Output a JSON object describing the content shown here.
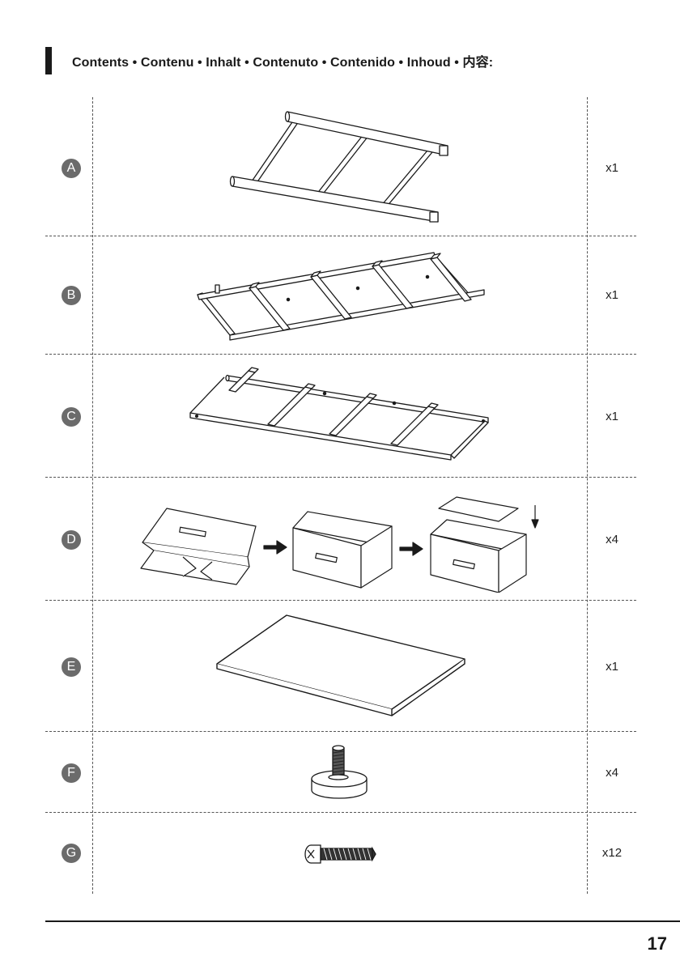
{
  "header": {
    "title": "Contents • Contenu • Inhalt • Contenuto • Contenido • Inhoud • 内容:"
  },
  "parts": [
    {
      "letter": "A",
      "qty": "x1"
    },
    {
      "letter": "B",
      "qty": "x1"
    },
    {
      "letter": "C",
      "qty": "x1"
    },
    {
      "letter": "D",
      "qty": "x4"
    },
    {
      "letter": "E",
      "qty": "x1"
    },
    {
      "letter": "F",
      "qty": "x4"
    },
    {
      "letter": "G",
      "qty": "x12"
    }
  ],
  "footer": {
    "page_number": "17"
  }
}
